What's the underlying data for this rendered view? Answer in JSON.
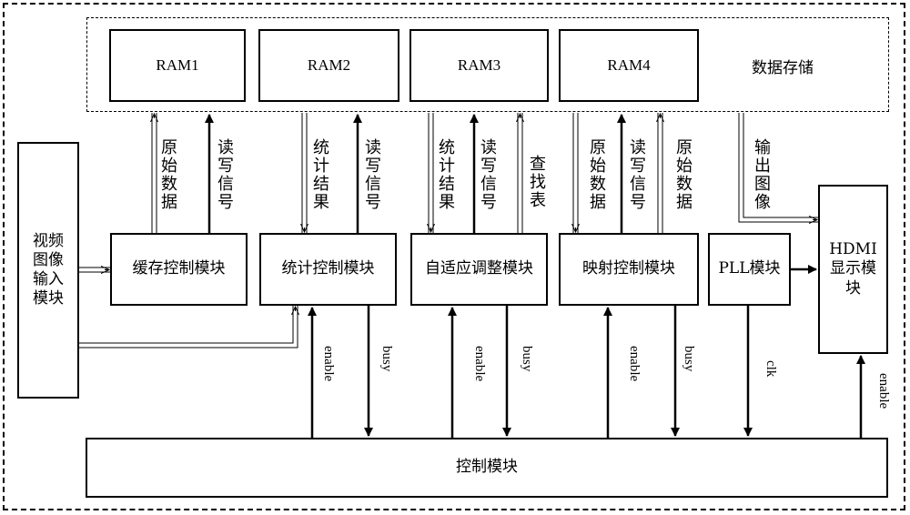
{
  "storage": {
    "label": "数据存储",
    "rams": [
      "RAM1",
      "RAM2",
      "RAM3",
      "RAM4"
    ]
  },
  "modules": {
    "video_input": "视频图像输入模块",
    "cache_ctrl": "缓存控制模块",
    "stat_ctrl": "统计控制模块",
    "adaptive": "自适应调整模块",
    "mapping": "映射控制模块",
    "pll": "PLL模块",
    "hdmi": "HDMI显示模块",
    "control": "控制模块"
  },
  "signals": {
    "raw_data": "原始数据",
    "rw_signal": "读写信号",
    "stat_result": "统计结果",
    "lookup_table": "查找表",
    "output_image": "输出图像",
    "enable": "enable",
    "busy": "busy",
    "clk": "clk"
  }
}
